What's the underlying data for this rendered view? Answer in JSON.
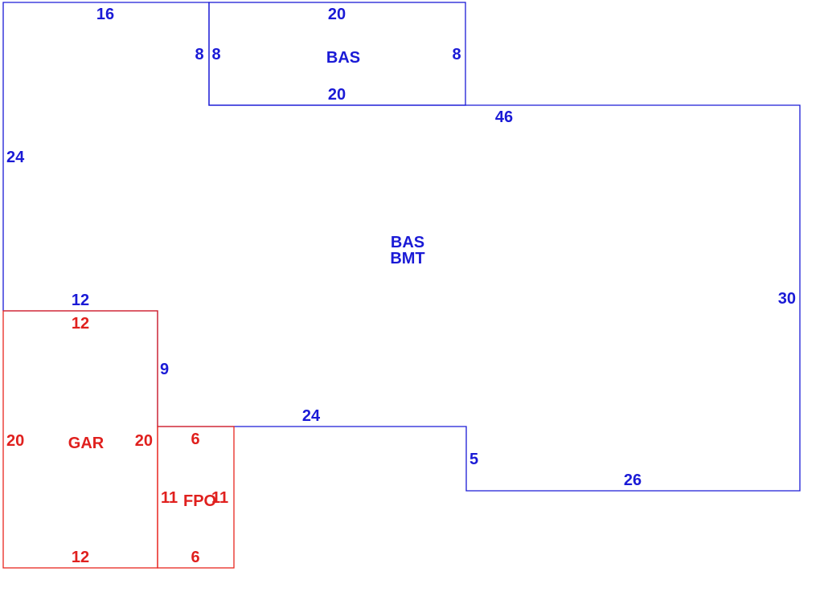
{
  "colors": {
    "main": "#1a1ad6",
    "garage": "#e0201e"
  },
  "areas": {
    "upper_bas": "BAS",
    "main_bas": "BAS",
    "main_bmt": "BMT",
    "garage": "GAR",
    "porch": "FPO"
  },
  "dims": {
    "top_left": "16",
    "upper_top": "20",
    "upper_bottom": "20",
    "upper_left_outer": "8",
    "upper_left_inner": "8",
    "upper_right": "8",
    "main_top": "46",
    "left_side": "24",
    "right_side": "30",
    "garage_top_blue": "12",
    "garage_right_upper": "9",
    "mid_step": "24",
    "step_down": "5",
    "bottom_right": "26",
    "garage_top": "12",
    "garage_left": "20",
    "garage_right": "20",
    "garage_bottom": "12",
    "porch_top": "6",
    "porch_left": "11",
    "porch_right": "11",
    "porch_bottom": "6"
  }
}
